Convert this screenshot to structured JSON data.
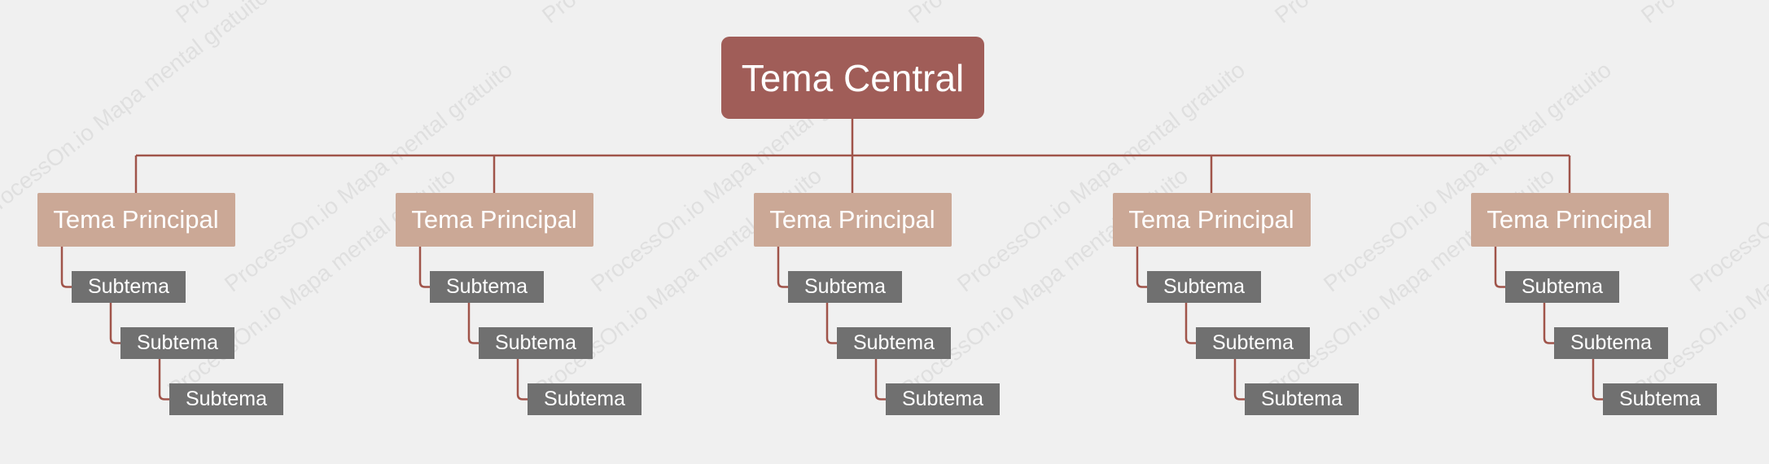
{
  "watermark_text": "ProcessOn.io Mapa mental gratuito",
  "colors": {
    "background": "#f0f0f0",
    "central": "#a05d58",
    "main": "#cba896",
    "sub": "#707070",
    "connector": "#a0544a"
  },
  "central_topic": {
    "label": "Tema Central"
  },
  "branches": [
    {
      "label": "Tema Principal",
      "subtopics": [
        {
          "label": "Subtema"
        },
        {
          "label": "Subtema"
        },
        {
          "label": "Subtema"
        }
      ]
    },
    {
      "label": "Tema Principal",
      "subtopics": [
        {
          "label": "Subtema"
        },
        {
          "label": "Subtema"
        },
        {
          "label": "Subtema"
        }
      ]
    },
    {
      "label": "Tema Principal",
      "subtopics": [
        {
          "label": "Subtema"
        },
        {
          "label": "Subtema"
        },
        {
          "label": "Subtema"
        }
      ]
    },
    {
      "label": "Tema Principal",
      "subtopics": [
        {
          "label": "Subtema"
        },
        {
          "label": "Subtema"
        },
        {
          "label": "Subtema"
        }
      ]
    },
    {
      "label": "Tema Principal",
      "subtopics": [
        {
          "label": "Subtema"
        },
        {
          "label": "Subtema"
        },
        {
          "label": "Subtema"
        }
      ]
    }
  ]
}
